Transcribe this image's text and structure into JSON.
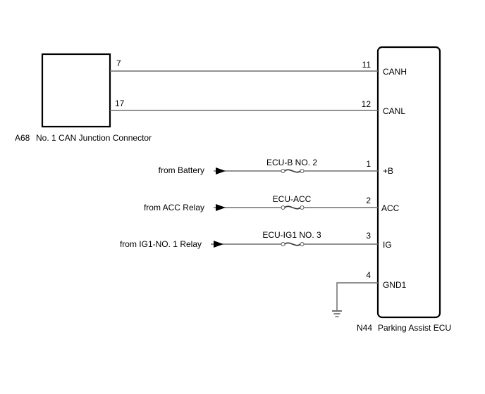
{
  "diagram": {
    "type": "wiring-diagram",
    "left_component": {
      "code": "A68",
      "name": "No. 1 CAN Junction Connector",
      "pins": [
        "7",
        "17"
      ]
    },
    "right_component": {
      "code": "N44",
      "name": "Parking Assist ECU",
      "pins": [
        {
          "number": "11",
          "terminal": "CANH"
        },
        {
          "number": "12",
          "terminal": "CANL"
        },
        {
          "number": "1",
          "terminal": "+B"
        },
        {
          "number": "2",
          "terminal": "ACC"
        },
        {
          "number": "3",
          "terminal": "IG"
        },
        {
          "number": "4",
          "terminal": "GND1"
        }
      ]
    },
    "can_wires": [
      {
        "from_pin": "7",
        "to_pin": "11"
      },
      {
        "from_pin": "17",
        "to_pin": "12"
      }
    ],
    "power_inputs": [
      {
        "source": "from Battery",
        "fuse": "ECU-B NO. 2",
        "to_pin": "1"
      },
      {
        "source": "from ACC Relay",
        "fuse": "ECU-ACC",
        "to_pin": "2"
      },
      {
        "source": "from IG1-NO. 1 Relay",
        "fuse": "ECU-IG1 NO. 3",
        "to_pin": "3"
      }
    ],
    "ground": {
      "pin": "4",
      "symbol": "ground-icon"
    }
  }
}
